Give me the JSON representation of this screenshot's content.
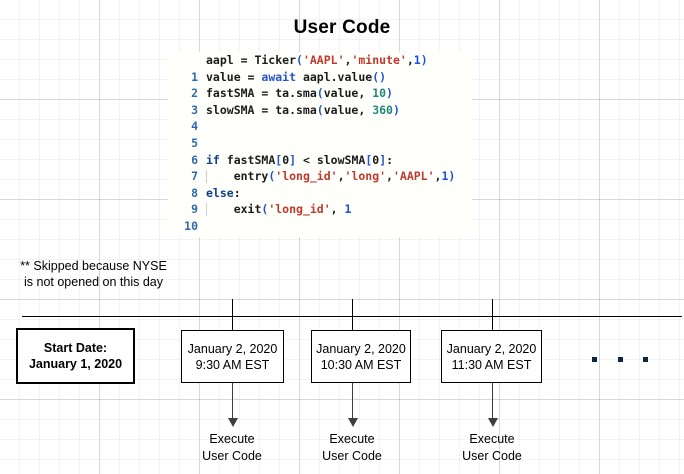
{
  "page": {
    "title": "User Code"
  },
  "code_panel": {
    "lines": [
      {
        "n": "1",
        "text": "aapl = Ticker('AAPL','minute',1)"
      },
      {
        "n": "2",
        "text": "value = await aapl.value()"
      },
      {
        "n": "3",
        "text": "fastSMA = ta.sma(value, 10)"
      },
      {
        "n": "4",
        "text": "slowSMA = ta.sma(value, 360)"
      },
      {
        "n": "5",
        "text": ""
      },
      {
        "n": "6",
        "text": ""
      },
      {
        "n": "7",
        "text": "if fastSMA[0] < slowSMA[0]:"
      },
      {
        "n": "8",
        "text": "    entry('long_id','long','AAPL',1)"
      },
      {
        "n": "9",
        "text": "else:"
      },
      {
        "n": "10",
        "text": "    exit('long_id', 1"
      }
    ],
    "colors": {
      "string": "#c0392b",
      "keyword": "#0f3d8c",
      "number": "#1f8a7a",
      "paren": "#2255cc",
      "line_number": "#2d6ca8",
      "background": "#fffffc"
    }
  },
  "note": {
    "line1": "** Skipped because NYSE",
    "line2": "is not opened on this day"
  },
  "timeline": {
    "boxes": [
      {
        "line1": "Start Date:",
        "line2": "January 1, 2020",
        "emphasis": "bold"
      },
      {
        "line1": "January 2, 2020",
        "line2": "9:30 AM EST",
        "emphasis": "normal"
      },
      {
        "line1": "January 2, 2020",
        "line2": "10:30 AM EST",
        "emphasis": "normal"
      },
      {
        "line1": "January 2, 2020",
        "line2": "11:30 AM EST",
        "emphasis": "normal"
      }
    ],
    "ellipsis": "• • •"
  },
  "executions": [
    {
      "line1": "Execute",
      "line2": "User Code"
    },
    {
      "line1": "Execute",
      "line2": "User Code"
    },
    {
      "line1": "Execute",
      "line2": "User Code"
    }
  ]
}
